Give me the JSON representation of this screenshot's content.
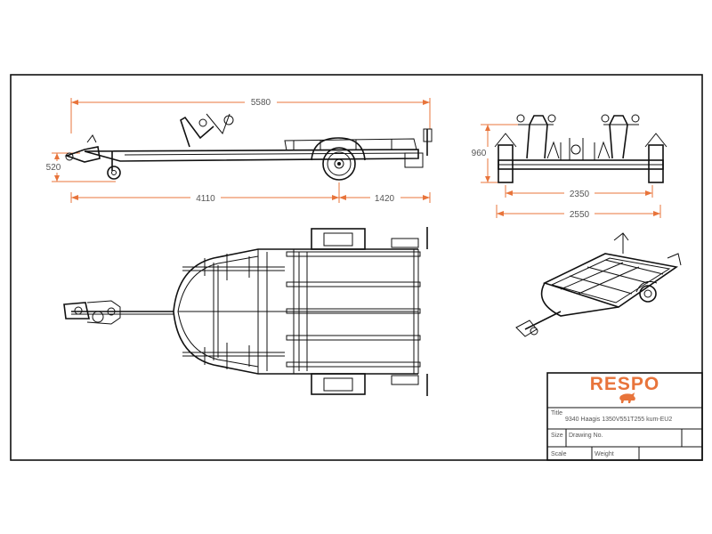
{
  "dimensions": {
    "side_length": "5580",
    "side_height": "520",
    "side_front": "4110",
    "side_rear": "1420",
    "end_height": "960",
    "end_inner_width": "2350",
    "end_outer_width": "2550"
  },
  "title_block": {
    "brand": "RESPO",
    "title_label": "Title",
    "title_value": "9340 Haagis 1350V551T255 kum-EU2",
    "size_label": "Size",
    "drawing_no_label": "Drawing No.",
    "scale_label": "Scale",
    "weight_label": "Weight"
  },
  "colors": {
    "dimension": "#e8743b",
    "ink": "#111111",
    "brand": "#e8743b"
  }
}
